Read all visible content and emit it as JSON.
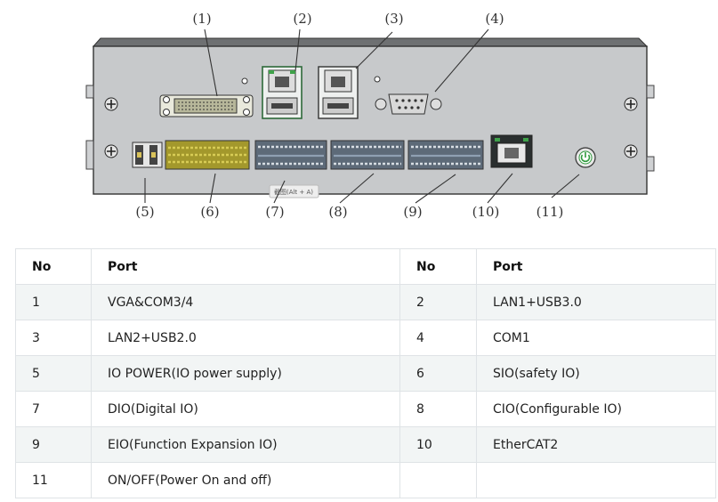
{
  "figure": {
    "callouts": [
      "(1)",
      "(2)",
      "(3)",
      "(4)",
      "(5)",
      "(6)",
      "(7)",
      "(8)",
      "(9)",
      "(10)",
      "(11)"
    ],
    "tooltip": "截图(Alt + A)"
  },
  "table": {
    "headers": [
      "No",
      "Port",
      "No",
      "Port"
    ],
    "rows": [
      [
        "1",
        "VGA&COM3/4",
        "2",
        "LAN1+USB3.0"
      ],
      [
        "3",
        "LAN2+USB2.0",
        "4",
        "COM1"
      ],
      [
        "5",
        "IO POWER(IO power supply)",
        "6",
        "SIO(safety IO)"
      ],
      [
        "7",
        "DIO(Digital IO)",
        "8",
        "CIO(Configurable IO)"
      ],
      [
        "9",
        "EIO(Function Expansion IO)",
        "10",
        "EtherCAT2"
      ],
      [
        "11",
        "ON/OFF(Power On and off)",
        "",
        ""
      ]
    ]
  }
}
